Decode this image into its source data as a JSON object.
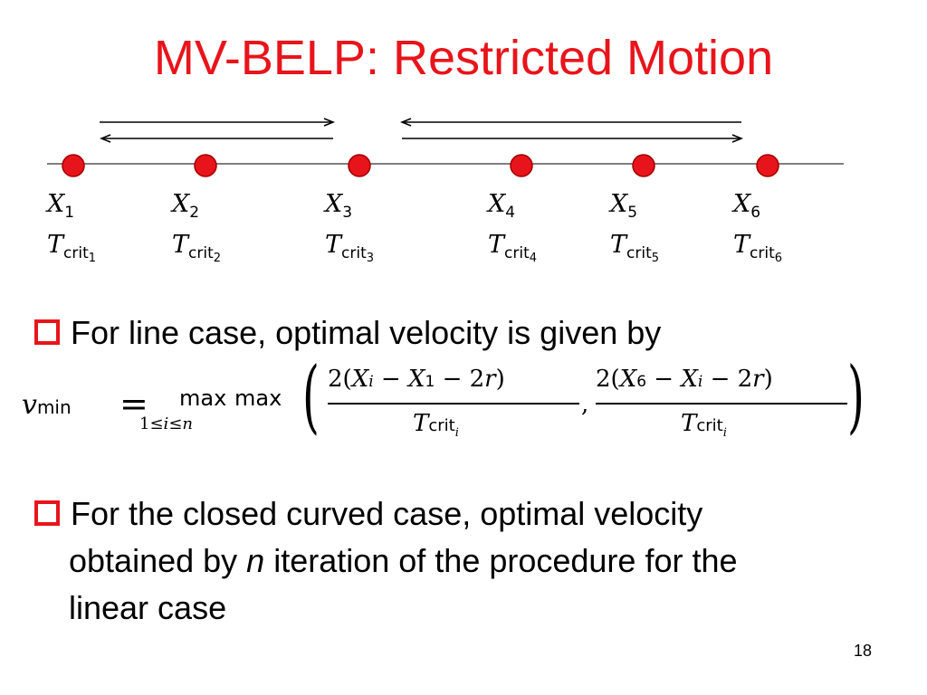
{
  "slide": {
    "title": "MV-BELP: Restricted Motion",
    "page_number": "18",
    "accent_color": "#e8141b"
  },
  "diagram": {
    "points": [
      {
        "x_label": "X",
        "x_sub": "1",
        "t_label": "T",
        "t_sub": "crit",
        "t_subsub": "1"
      },
      {
        "x_label": "X",
        "x_sub": "2",
        "t_label": "T",
        "t_sub": "crit",
        "t_subsub": "2"
      },
      {
        "x_label": "X",
        "x_sub": "3",
        "t_label": "T",
        "t_sub": "crit",
        "t_subsub": "3"
      },
      {
        "x_label": "X",
        "x_sub": "4",
        "t_label": "T",
        "t_sub": "crit",
        "t_subsub": "4"
      },
      {
        "x_label": "X",
        "x_sub": "5",
        "t_label": "T",
        "t_sub": "crit",
        "t_subsub": "5"
      },
      {
        "x_label": "X",
        "x_sub": "6",
        "t_label": "T",
        "t_sub": "crit",
        "t_subsub": "6"
      }
    ]
  },
  "bullets": {
    "b1": "For line case, optimal velocity is given by",
    "b2_line1": "For the closed curved case, optimal velocity",
    "b2_line2_before": "obtained by ",
    "b2_line2_italic": "n",
    "b2_line2_after": " iteration of the procedure for the",
    "b2_line3": "linear case"
  },
  "formula": {
    "v": "v",
    "v_sub": "min",
    "eq": "=",
    "max1": "max",
    "max1_sub_1": "1",
    "max1_sub_le1": "≤",
    "max1_sub_i": "i",
    "max1_sub_le2": "≤",
    "max1_sub_n": "n",
    "max2": "max",
    "lparen": "(",
    "rparen": ")",
    "num1_a": "2(",
    "num1_X": "X",
    "num1_i": "i",
    "num1_minus1": " − ",
    "num1_X2": "X",
    "num1_1": "1",
    "num1_minus2": " − 2",
    "num1_r": "r",
    "num1_close": ")",
    "comma": ",",
    "num2_a": "2(",
    "num2_X": "X",
    "num2_6": "6",
    "num2_minus1": " − ",
    "num2_X2": "X",
    "num2_i": "i",
    "num2_minus2": " − 2",
    "num2_r": "r",
    "num2_close": ")",
    "den_T": "T",
    "den_crit": "crit",
    "den_i": "i"
  }
}
